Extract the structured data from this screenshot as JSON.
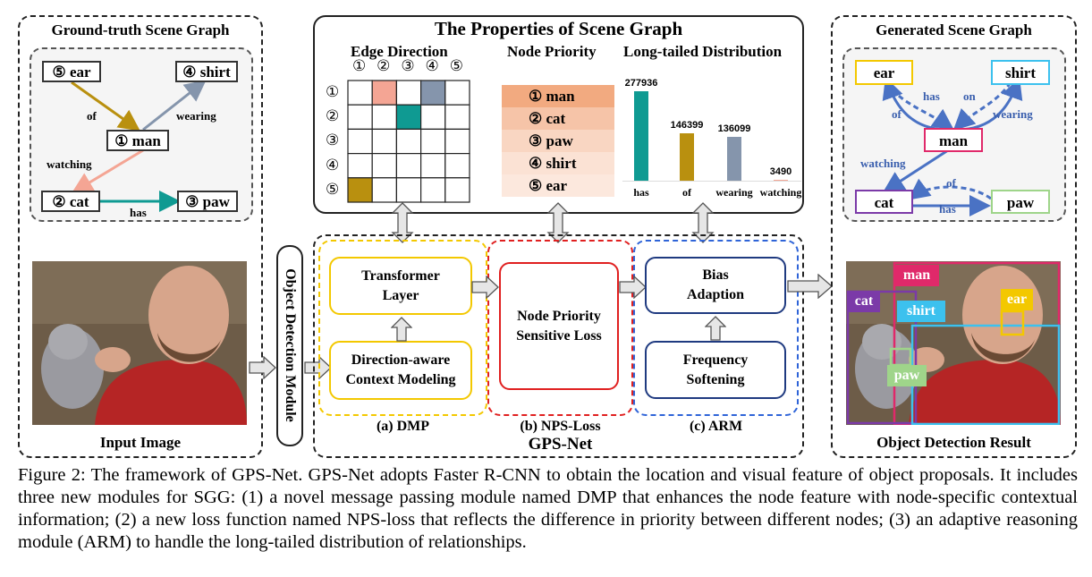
{
  "left_panel": {
    "gt_title": "Ground-truth Scene Graph",
    "input_label": "Input Image",
    "nodes": {
      "ear": "⑤ ear",
      "shirt": "④ shirt",
      "man": "① man",
      "cat": "② cat",
      "paw": "③ paw"
    },
    "edges": {
      "of": "of",
      "wearing": "wearing",
      "watching": "watching",
      "has": "has"
    }
  },
  "odm_label": "Object Detection Module",
  "properties": {
    "title": "The Properties of Scene Graph",
    "edge_direction_title": "Edge Direction",
    "col_headers": [
      "①",
      "②",
      "③",
      "④",
      "⑤"
    ],
    "row_headers": [
      "①",
      "②",
      "③",
      "④",
      "⑤"
    ],
    "matrix_colors": {
      "r1c2": "#f4a594",
      "r1c4": "#8595ac",
      "r2c3": "#0f9a92",
      "r5c1": "#b9900f"
    },
    "node_priority_title": "Node Priority",
    "priority_items": [
      "① man",
      "② cat",
      "③ paw",
      "④ shirt",
      "⑤ ear"
    ],
    "long_tail_title": "Long-tailed Distribution"
  },
  "chart_data": {
    "type": "bar",
    "categories": [
      "has",
      "of",
      "wearing",
      "watching"
    ],
    "values": [
      277936,
      146399,
      136099,
      3490
    ],
    "colors": [
      "#0f9a92",
      "#b9900f",
      "#8595ac",
      "#f4a594"
    ],
    "title": "Long-tailed Distribution"
  },
  "gpsnet": {
    "label": "GPS-Net",
    "transformer": "Transformer Layer",
    "direction_aware": "Direction-aware Context Modeling",
    "dmp": "(a) DMP",
    "nps": "Node Priority Sensitive Loss",
    "nps_label": "(b) NPS-Loss",
    "bias": "Bias Adaption",
    "freq": "Frequency Softening",
    "arm": "(c) ARM",
    "colors": {
      "dmp": "#f3c800",
      "nps": "#e02020",
      "arm": "#2f64d8"
    }
  },
  "right_panel": {
    "gen_title": "Generated Scene Graph",
    "nodes": {
      "ear": "ear",
      "shirt": "shirt",
      "man": "man",
      "cat": "cat",
      "paw": "paw"
    },
    "edges": {
      "has_top": "has",
      "on": "on",
      "of_left": "of",
      "wearing": "wearing",
      "watching": "watching",
      "of_bottom": "of",
      "has_bottom": "has"
    },
    "det_title": "Object Detection Result",
    "det_labels": {
      "man": "man",
      "cat": "cat",
      "shirt": "shirt",
      "ear": "ear",
      "paw": "paw"
    }
  },
  "caption": "Figure 2: The framework of GPS-Net. GPS-Net adopts Faster R-CNN to obtain the location and visual feature of object proposals. It includes three new modules for SGG: (1) a novel message passing module named DMP that enhances the node feature with node-specific contextual information; (2) a new loss function named NPS-loss that reflects the difference in priority between different nodes; (3) an adaptive reasoning module (ARM) to handle the long-tailed distribution of relationships."
}
